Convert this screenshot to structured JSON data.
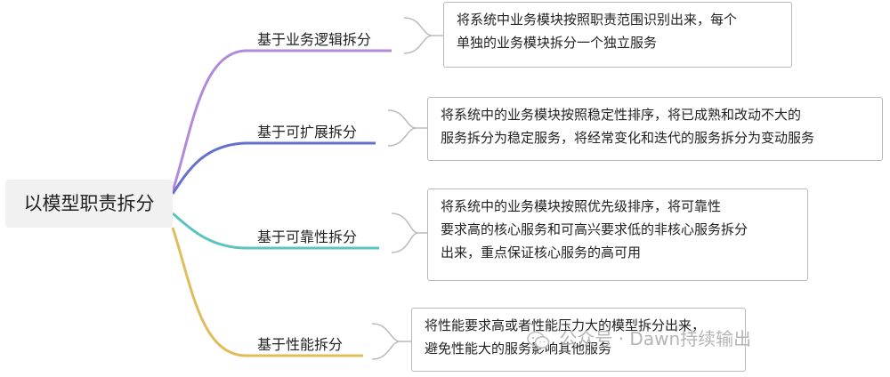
{
  "root": {
    "label": "以模型职责拆分"
  },
  "branches": [
    {
      "label": "基于业务逻辑拆分",
      "color": "#b18bd9",
      "detail": [
        "将系统中业务模块按照职责范围识别出来，每个",
        "单独的业务模块拆分一个独立服务"
      ]
    },
    {
      "label": "基于可扩展拆分",
      "color": "#6671cf",
      "detail": [
        "将系统中的业务模块按照稳定性排序，将已成熟和改动不大的",
        "服务拆分为稳定服务，将经常变化和迭代的服务拆分为变动服务"
      ]
    },
    {
      "label": "基于可靠性拆分",
      "color": "#5cc4c0",
      "detail": [
        "将系统中的业务模块按照优先级排序，将可靠性",
        "要求高的核心服务和可高兴要求低的非核心服务拆分",
        "出来，重点保证核心服务的高可用"
      ]
    },
    {
      "label": "基于性能拆分",
      "color": "#e0bd5a",
      "detail": [
        "将性能要求高或者性能压力大的模型拆分出来，",
        "避免性能大的服务影响其他服务"
      ]
    }
  ],
  "watermark": {
    "text": "公众号 · Dawn持续输出",
    "icon": "wechat-icon"
  }
}
